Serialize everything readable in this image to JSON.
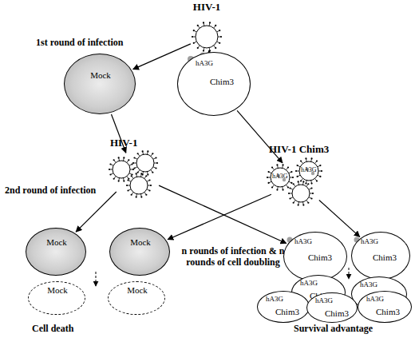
{
  "diagram": {
    "nodes": [
      {
        "text": [
          "HIV-1"
        ]
      },
      {
        "text": [
          "Mock"
        ]
      },
      {
        "text": [
          "hA3G",
          "Chim3"
        ]
      },
      {
        "text": [
          "HIV-1"
        ]
      },
      {
        "text": [
          "HIV-1 Chim3",
          "hA3G",
          "hA3G"
        ]
      },
      {
        "text": [
          "Mock"
        ]
      },
      {
        "text": [
          "Mock"
        ]
      },
      {
        "text": [
          "hA3G",
          "Chim3"
        ]
      },
      {
        "text": [
          "hA3G",
          "Chim3"
        ]
      },
      {
        "text": [
          "Mock"
        ]
      },
      {
        "text": [
          "Mock"
        ]
      },
      {
        "text": [
          "hA3G",
          "Chim3"
        ]
      },
      {
        "text": [
          "hA3G",
          "Chim3"
        ]
      },
      {
        "text": [
          "hA3G",
          "Chim3"
        ]
      },
      {
        "text": [
          "hA3G",
          "Chim3"
        ]
      },
      {
        "text": [
          "hA3G",
          "Chim3"
        ]
      }
    ],
    "edges": [
      {
        "from": 0,
        "to": 1,
        "arrow": "to"
      },
      {
        "from": 0,
        "to": 2,
        "arrow": "to"
      },
      {
        "from": 1,
        "to": 3,
        "arrow": "to"
      },
      {
        "from": 2,
        "to": 4,
        "arrow": "to"
      },
      {
        "from": 3,
        "to": 5,
        "arrow": "to"
      },
      {
        "from": 3,
        "to": 7,
        "arrow": "to"
      },
      {
        "from": 4,
        "to": 6,
        "arrow": "to"
      },
      {
        "from": 4,
        "to": 8,
        "arrow": "to"
      }
    ],
    "labels": [
      "1st round of infection",
      "2nd round of infection",
      "n rounds of infection & n rounds of cell doubling",
      "Cell death",
      "Survival advantage"
    ]
  }
}
